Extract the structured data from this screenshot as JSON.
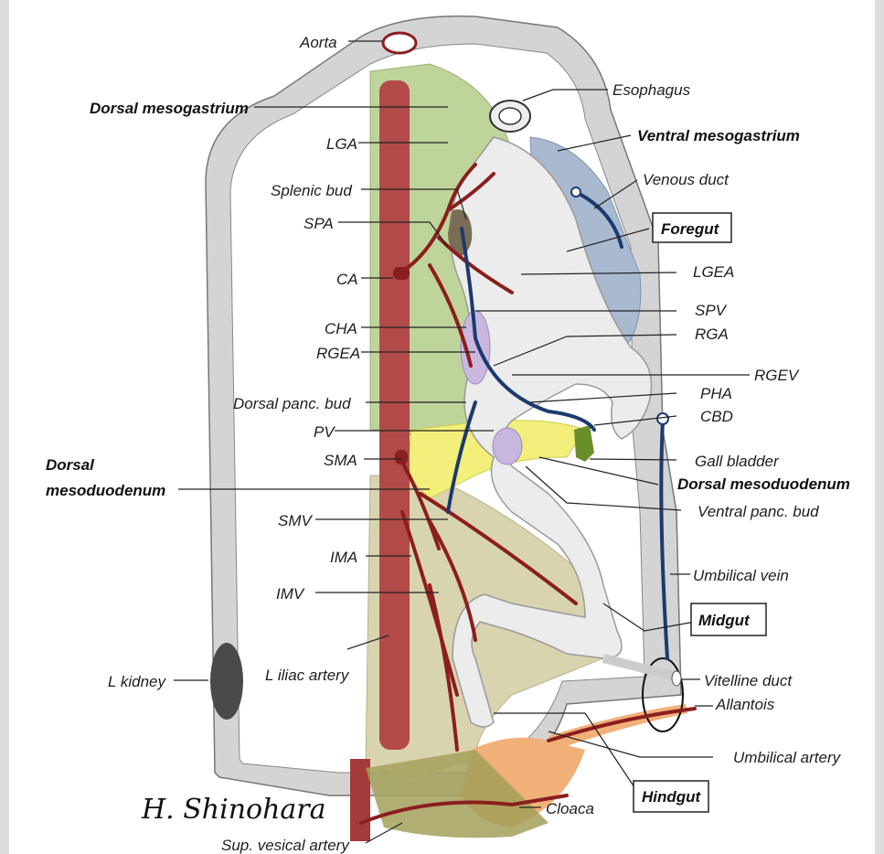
{
  "labels": {
    "aorta": "Aorta",
    "dorsal_mesogastrium": "Dorsal mesogastrium",
    "lga": "LGA",
    "splenic_bud": "Splenic bud",
    "spa": "SPA",
    "ca": "CA",
    "cha": "CHA",
    "rgea": "RGEA",
    "dorsal_panc_bud": "Dorsal panc. bud",
    "pv": "PV",
    "sma": "SMA",
    "dorsal_mesoduodenum_left": "Dorsal mesoduodenum",
    "smv": "SMV",
    "ima": "IMA",
    "imv": "IMV",
    "l_kidney": "L kidney",
    "l_iliac_artery": "L iliac artery",
    "sup_vesical_artery": "Sup. vesical artery",
    "esophagus": "Esophagus",
    "ventral_mesogastrium": "Ventral mesogastrium",
    "venous_duct": "Venous duct",
    "foregut": "Foregut",
    "lgea": "LGEA",
    "spv": "SPV",
    "rga": "RGA",
    "rgev": "RGEV",
    "pha": "PHA",
    "cbd": "CBD",
    "gall_bladder": "Gall bladder",
    "dorsal_mesoduodenum_right": "Dorsal mesoduodenum",
    "ventral_panc_bud": "Ventral panc. bud",
    "umbilical_vein": "Umbilical vein",
    "midgut": "Midgut",
    "vitelline_duct": "Vitelline duct",
    "allantois": "Allantois",
    "umbilical_artery": "Umbilical artery",
    "hindgut": "Hindgut",
    "cloaca": "Cloaca"
  },
  "signature": "H. Shinohara",
  "colors": {
    "body_wall": "#d9d9d9",
    "aorta": "#b24a4a",
    "artery": "#8b1e1e",
    "vein": "#1c3a6e",
    "mesentery_green": "#bfd49a",
    "mesentery_tan": "#d9d4b0",
    "ventral_mesogastrium": "#a9b9cf",
    "yellow_mesoduodenum": "#f2ef7a",
    "pancreas_bud": "#c8b8e0",
    "cloaca": "#f2b079",
    "gut_tube": "#ececec",
    "kidney": "#4a4a4a"
  }
}
